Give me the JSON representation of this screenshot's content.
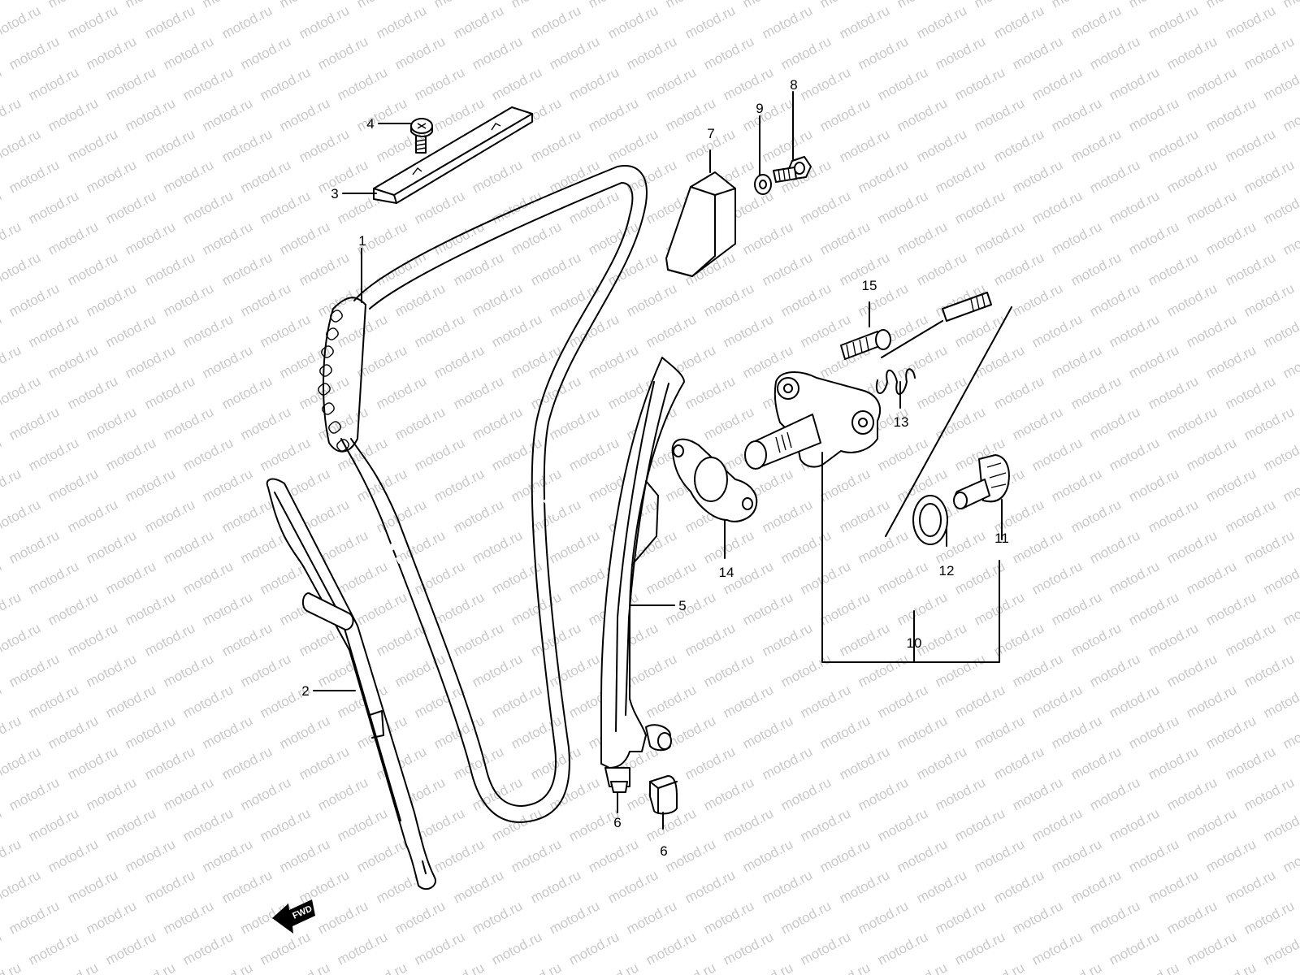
{
  "watermark": "motod.ru",
  "fwd_label": "FWD",
  "callouts": [
    {
      "id": "1",
      "text": "1"
    },
    {
      "id": "2",
      "text": "2"
    },
    {
      "id": "3",
      "text": "3"
    },
    {
      "id": "4",
      "text": "4"
    },
    {
      "id": "5",
      "text": "5"
    },
    {
      "id": "6a",
      "text": "6"
    },
    {
      "id": "6b",
      "text": "6"
    },
    {
      "id": "7",
      "text": "7"
    },
    {
      "id": "8",
      "text": "8"
    },
    {
      "id": "9",
      "text": "9"
    },
    {
      "id": "10",
      "text": "10"
    },
    {
      "id": "11",
      "text": "11"
    },
    {
      "id": "12",
      "text": "12"
    },
    {
      "id": "13",
      "text": "13"
    },
    {
      "id": "14",
      "text": "14"
    },
    {
      "id": "15",
      "text": "15"
    }
  ]
}
